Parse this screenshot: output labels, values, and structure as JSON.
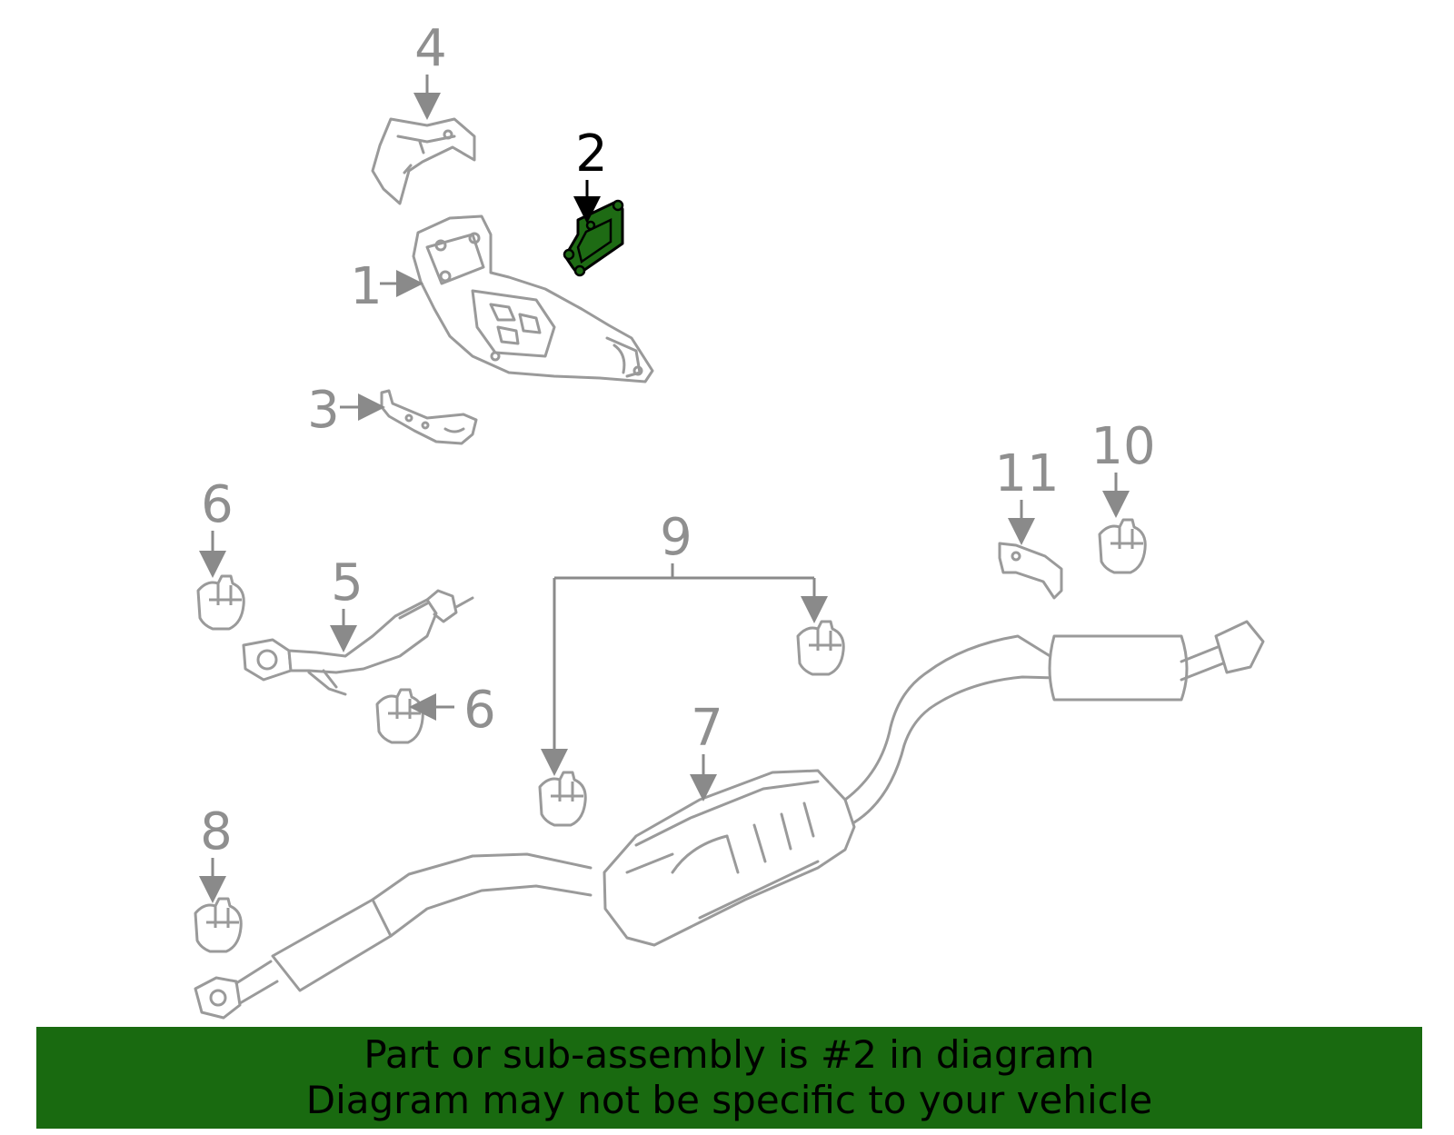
{
  "callouts": [
    {
      "number": "1"
    },
    {
      "number": "2",
      "highlighted": true
    },
    {
      "number": "3"
    },
    {
      "number": "4"
    },
    {
      "number": "5"
    },
    {
      "number": "6"
    },
    {
      "number": "6"
    },
    {
      "number": "7"
    },
    {
      "number": "8"
    },
    {
      "number": "9"
    },
    {
      "number": "10"
    },
    {
      "number": "11"
    }
  ],
  "banner": {
    "line1": "Part or sub-assembly is #2 in diagram",
    "line2": "Diagram may not be specific to your vehicle"
  },
  "colors": {
    "highlight": "#1e6b14",
    "banner_background": "#196a10",
    "part_lines": "#9a9a9a",
    "labels": "#8f8f8f"
  }
}
